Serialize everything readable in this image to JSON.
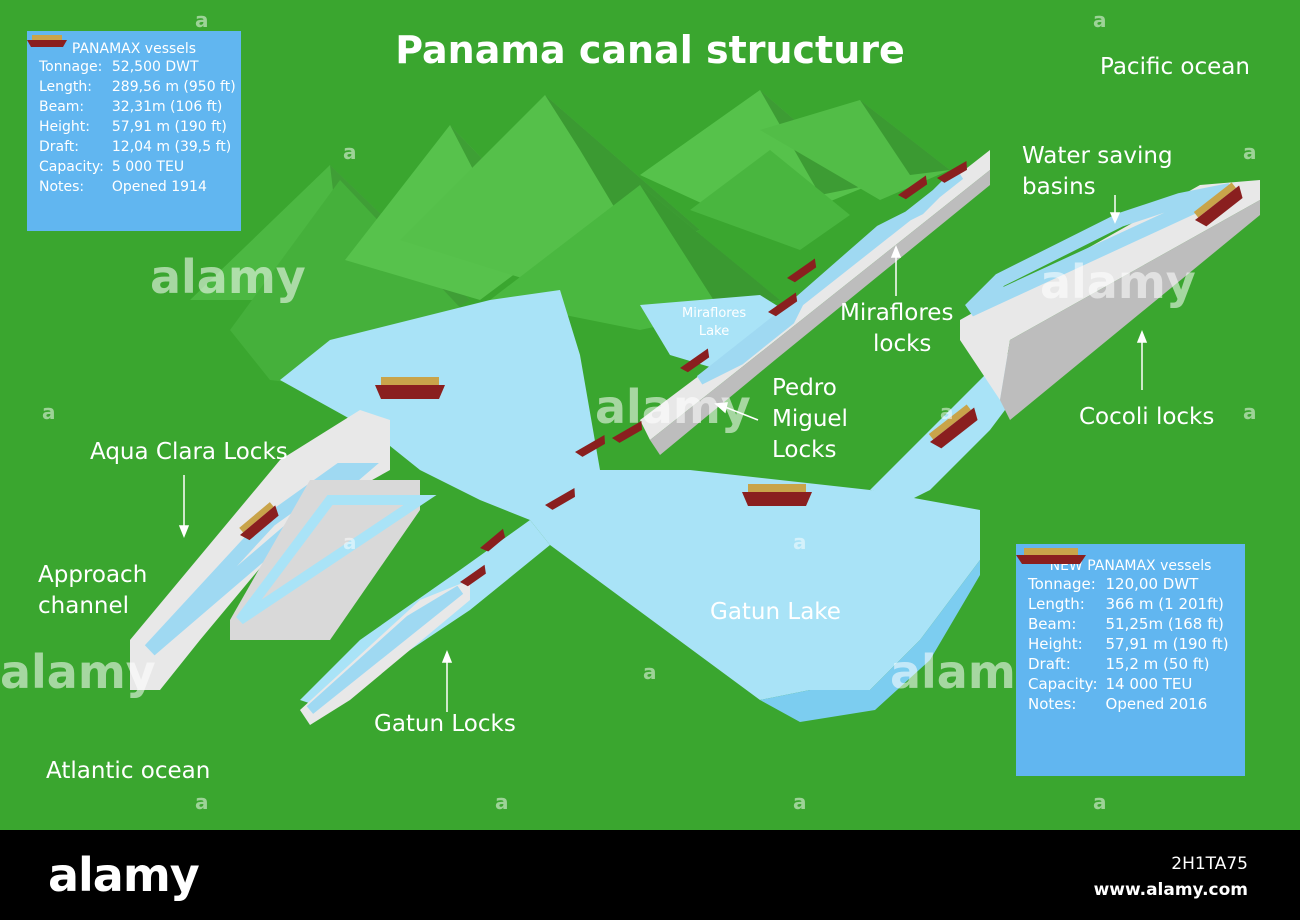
{
  "title": "Panama canal structure",
  "labels": {
    "pacific": "Pacific ocean",
    "atlantic": "Atlantic ocean",
    "water_saving_1": "Water saving",
    "water_saving_2": "basins",
    "miraflores_locks_1": "Miraflores",
    "miraflores_locks_2": "locks",
    "miraflores_lake_1": "Miraflores",
    "miraflores_lake_2": "Lake",
    "pedro_1": "Pedro",
    "pedro_2": "Miguel",
    "pedro_3": "Locks",
    "cocoli": "Cocoli locks",
    "aqua_clara": "Aqua Clara Locks",
    "approach_1": "Approach",
    "approach_2": "channel",
    "gatun_lake": "Gatun Lake",
    "gatun_locks": "Gatun Locks"
  },
  "panamax": {
    "header": "PANAMAX vessels",
    "rows": [
      {
        "k": "Tonnage:",
        "v": "52,500 DWT"
      },
      {
        "k": "Length:",
        "v": "289,56 m (950 ft)"
      },
      {
        "k": "Beam:",
        "v": "32,31m (106 ft)"
      },
      {
        "k": "Height:",
        "v": "57,91 m (190 ft)"
      },
      {
        "k": "Draft:",
        "v": "12,04 m (39,5 ft)"
      },
      {
        "k": "Capacity:",
        "v": "5 000 TEU"
      },
      {
        "k": "Notes:",
        "v": "Opened 1914"
      }
    ]
  },
  "new_panamax": {
    "header": "NEW PANAMAX vessels",
    "rows": [
      {
        "k": "Tonnage:",
        "v": "120,00 DWT"
      },
      {
        "k": "Length:",
        "v": "366 m (1 201ft)"
      },
      {
        "k": "Beam:",
        "v": "51,25m (168 ft)"
      },
      {
        "k": "Height:",
        "v": "57,91 m (190 ft)"
      },
      {
        "k": "Draft:",
        "v": "15,2 m (50 ft)"
      },
      {
        "k": "Capacity:",
        "v": "14 000 TEU"
      },
      {
        "k": "Notes:",
        "v": "Opened 2016"
      }
    ]
  },
  "watermark": "alamy",
  "watermark_mark": "a",
  "footer": {
    "logo": "alamy",
    "image_id": "2H1TA75",
    "url": "www.alamy.com"
  },
  "colors": {
    "background": "#3aa62f",
    "water": "#a9e3f7",
    "water_edge": "#7ccdf0",
    "lock_wall": "#e8e8e8",
    "infobox": "#61b6f0",
    "ship_hull": "#8a1f1f"
  }
}
